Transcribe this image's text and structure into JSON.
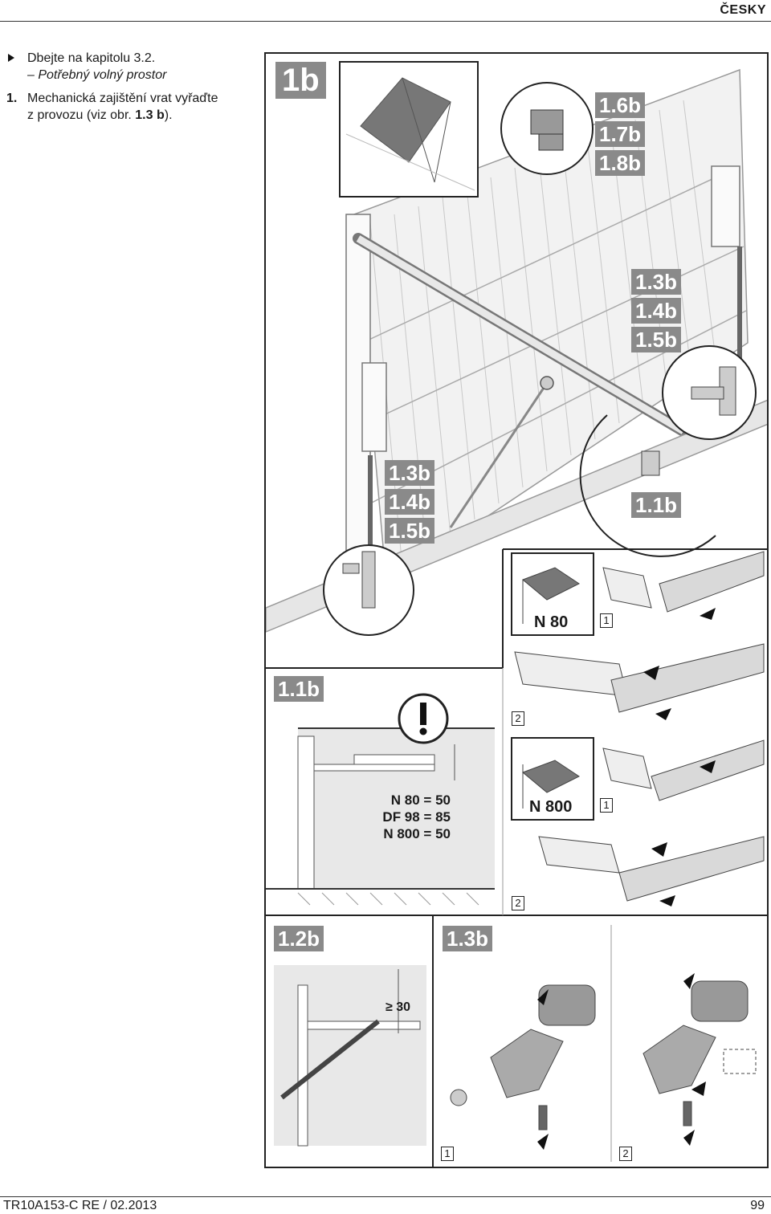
{
  "header": {
    "language": "ČESKY"
  },
  "instructions": {
    "bullet_text": "Dbejte na kapitolu 3.2.",
    "bullet_sub": "– Potřebný volný prostor",
    "step_number": "1.",
    "step_text_1": "Mechanická zajištění vrat vyřaďte",
    "step_text_2_pre": "z provozu (viz obr. ",
    "step_text_2_bold": "1.3 b",
    "step_text_2_post": ")."
  },
  "figure": {
    "main_label": "1b",
    "refs_top": [
      "1.6b",
      "1.7b",
      "1.8b"
    ],
    "refs_right": [
      "1.3b",
      "1.4b",
      "1.5b"
    ],
    "refs_left": [
      "1.3b",
      "1.4b",
      "1.5b"
    ],
    "ref_11b_right": "1.1b",
    "ref_11b_left": "1.1b",
    "ref_12b": "1.2b",
    "ref_13b": "1.3b",
    "n80_label": "N 80",
    "n800_label": "N 800",
    "step_1": "1",
    "step_2": "2",
    "dims": [
      "N 80 = 50",
      "DF 98 = 85",
      "N 800 = 50"
    ],
    "clearance": "≥ 30"
  },
  "footer": {
    "doc_code": "TR10A153-C  RE / 02.2013",
    "page_number": "99"
  }
}
